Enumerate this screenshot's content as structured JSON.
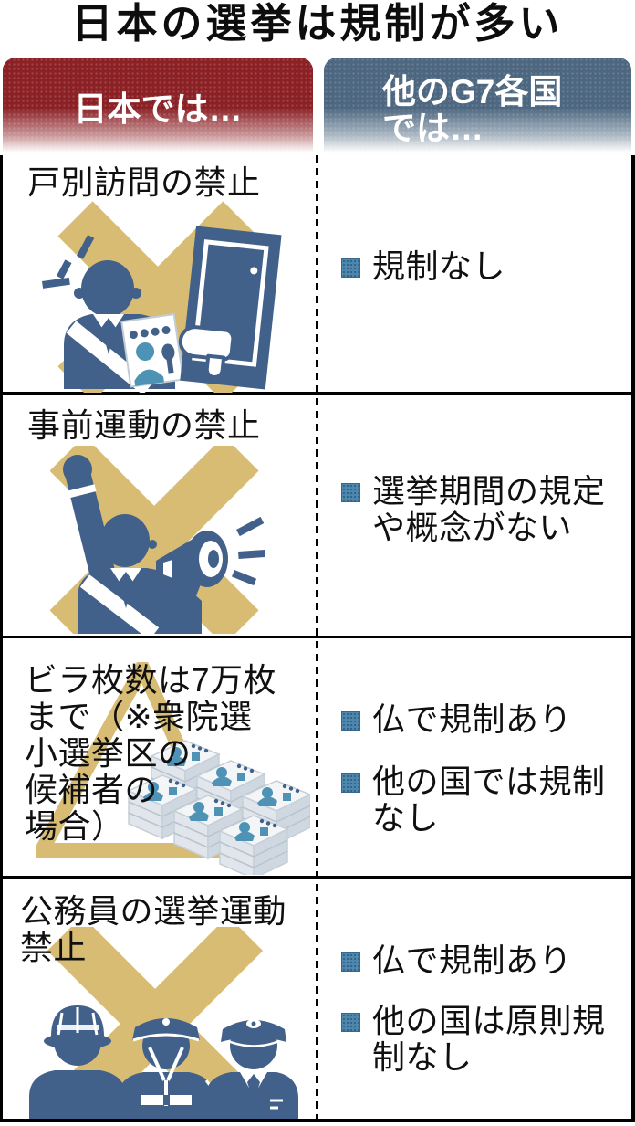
{
  "title": "日本の選挙は規制が多い",
  "headers": {
    "japan": "日本では…",
    "g7": "他のG7各国\nでは…"
  },
  "rows": [
    {
      "japan_label": "戸別訪問の禁止",
      "japan_icon": "door-to-door-ban-illustration",
      "g7_items": [
        "規制なし"
      ]
    },
    {
      "japan_label": "事前運動の禁止",
      "japan_icon": "pre-campaign-ban-illustration",
      "g7_items": [
        "選挙期間の規定\nや概念がない"
      ]
    },
    {
      "japan_label": "ビラ枚数は7万枚\nまで（※衆院選\n小選挙区の\n候補者の\n場合）",
      "japan_icon": "flyer-stacks-illustration",
      "g7_items": [
        "仏で規制あり",
        "他の国では規制\nなし"
      ]
    },
    {
      "japan_label": "公務員の選挙運動\n禁止",
      "japan_icon": "civil-servants-ban-illustration",
      "g7_items": [
        "仏で規制あり",
        "他の国は原則規\n制なし"
      ]
    }
  ],
  "colors": {
    "japan_header_bg": "#8B2025",
    "g7_header_bg": "#4D6780",
    "ban_cross_tan": "#D8BC74",
    "figure_navy": "#41608A",
    "accent_teal": "#4E93B5",
    "bullet_blue": "#4E87AD",
    "border_black": "#000000"
  }
}
